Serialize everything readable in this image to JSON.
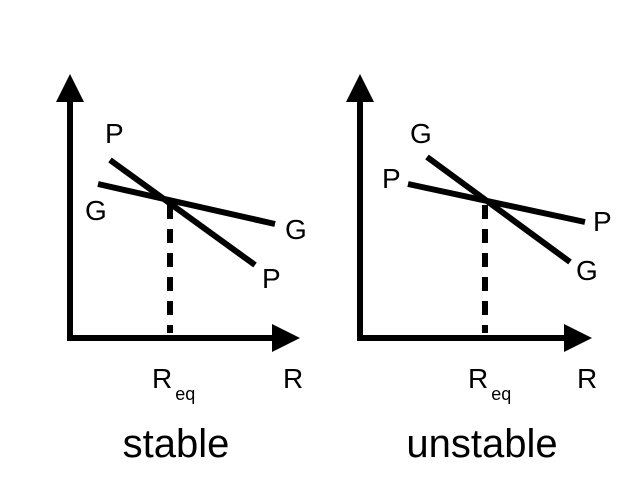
{
  "panels": [
    {
      "caption": "stable",
      "x_axis_label": "R",
      "eq_label": "R",
      "eq_subscript": "eq",
      "steep_line": {
        "start_label": "P",
        "end_label": "P"
      },
      "shallow_line": {
        "start_label": "G",
        "end_label": "G"
      }
    },
    {
      "caption": "unstable",
      "x_axis_label": "R",
      "eq_label": "R",
      "eq_subscript": "eq",
      "steep_line": {
        "start_label": "G",
        "end_label": "G"
      },
      "shallow_line": {
        "start_label": "P",
        "end_label": "P"
      }
    }
  ],
  "colors": {
    "stroke": "#000000",
    "background": "#ffffff"
  }
}
